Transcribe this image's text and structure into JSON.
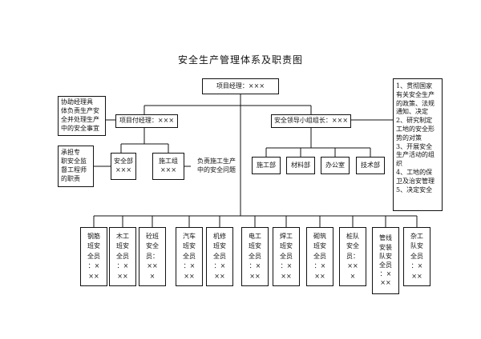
{
  "title": "安全生产管理体系及职责图",
  "manager": "项目经理：×××",
  "deputy": "项目付经理：×××",
  "leader": "安全领导小组组长：×××",
  "assist_note": "协助经理具\n体负责生产安\n全并处理生产\n中的安全事宜",
  "supervisor_note": "承担专\n职安全监\n督工程师\n的职责",
  "safety_dept": "安全部\n×××",
  "construction_team": "施工组\n×××",
  "construction_note": "负责施工生产\n中的安全问题",
  "departments": [
    "施工部",
    "材料部",
    "办公室",
    "技术部"
  ],
  "duties": "1、贯彻国家\n有关安全生产\n的政策、法规\n通知、决定\n2、研究制定\n工地的安全形\n势的对策\n3、开展安全\n生产活动的组\n织\n4、工地的保\n卫及治安管理\n5、决定安全",
  "teams": [
    "钢筋\n班安\n全员\n：×\n××",
    "木工\n班安\n全员\n：×\n××",
    "砼班\n安全\n员：\n××\n×",
    "汽车\n班安\n全员\n：×\n××",
    "机修\n班安\n全员\n：×\n××",
    "电工\n班安\n全员\n：×\n××",
    "焊工\n班安\n全员\n：×\n××",
    "砌筑\n班安\n全员\n：×\n××",
    "桩队\n安全\n员：\n××\n×",
    "管线\n安装\n队安\n全员\n：×\n××",
    "杂工\n队安\n全员\n：×\n××"
  ]
}
